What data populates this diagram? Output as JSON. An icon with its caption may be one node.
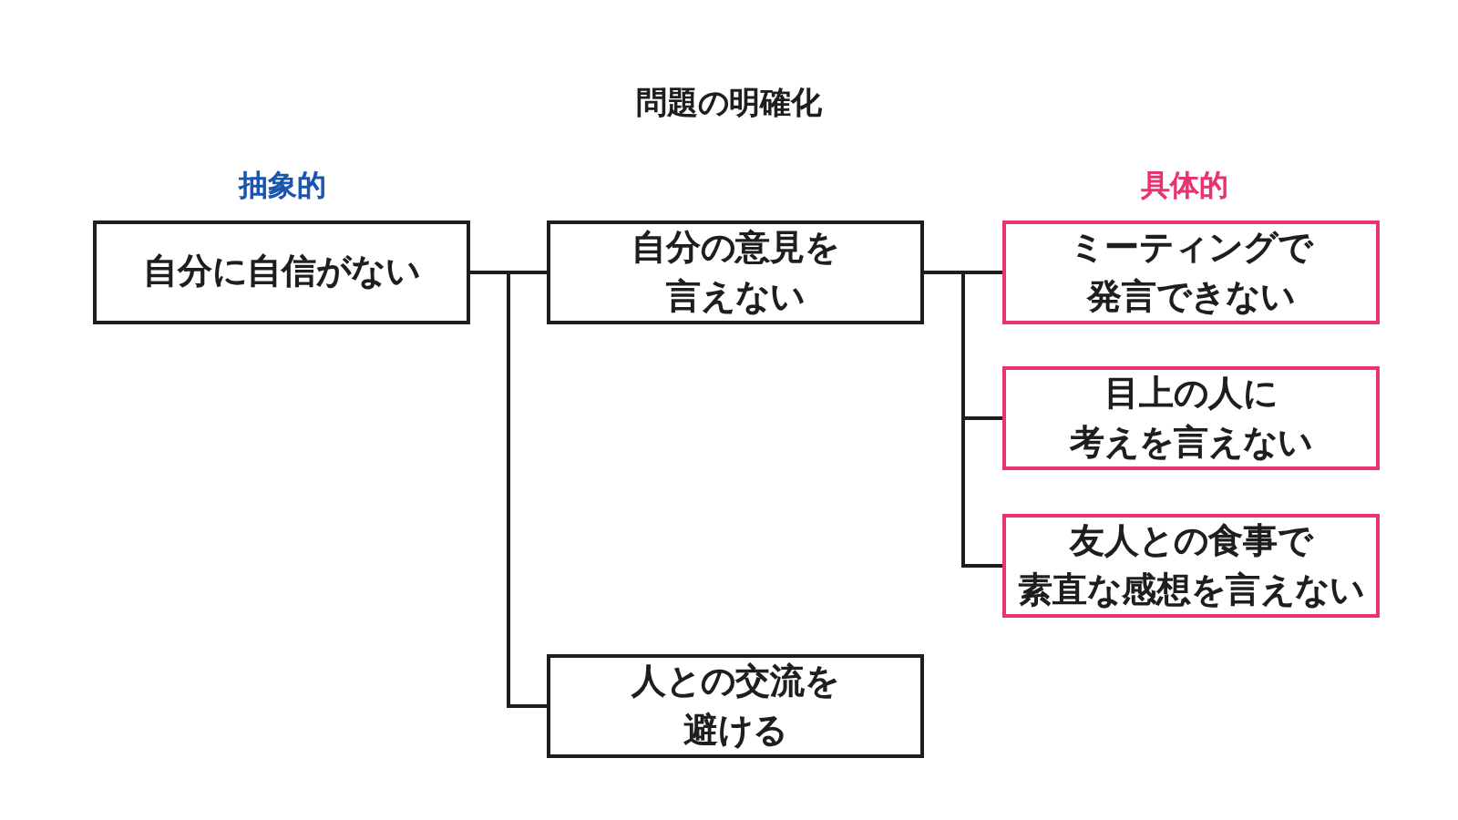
{
  "diagram": {
    "title": "問題の明確化",
    "nodes": [
      {
        "text": [
          "自分に自信がない"
        ]
      },
      {
        "text": [
          "自分の意見を言えない"
        ]
      },
      {
        "text": [
          "ミーティングで発言できない"
        ]
      },
      {
        "text": [
          "目上の人に考えを言えない"
        ]
      },
      {
        "text": [
          "友人との食事で素直な感想を言えない"
        ]
      },
      {
        "text": [
          "人との交流を避ける"
        ]
      }
    ],
    "edges": [
      {
        "from": 0,
        "to": 1,
        "arrow": "none"
      },
      {
        "from": 0,
        "to": 5,
        "arrow": "none"
      },
      {
        "from": 1,
        "to": 2,
        "arrow": "none"
      },
      {
        "from": 1,
        "to": 3,
        "arrow": "none"
      },
      {
        "from": 1,
        "to": 4,
        "arrow": "none"
      }
    ],
    "labels": [
      "抽象的",
      "具体的"
    ]
  }
}
